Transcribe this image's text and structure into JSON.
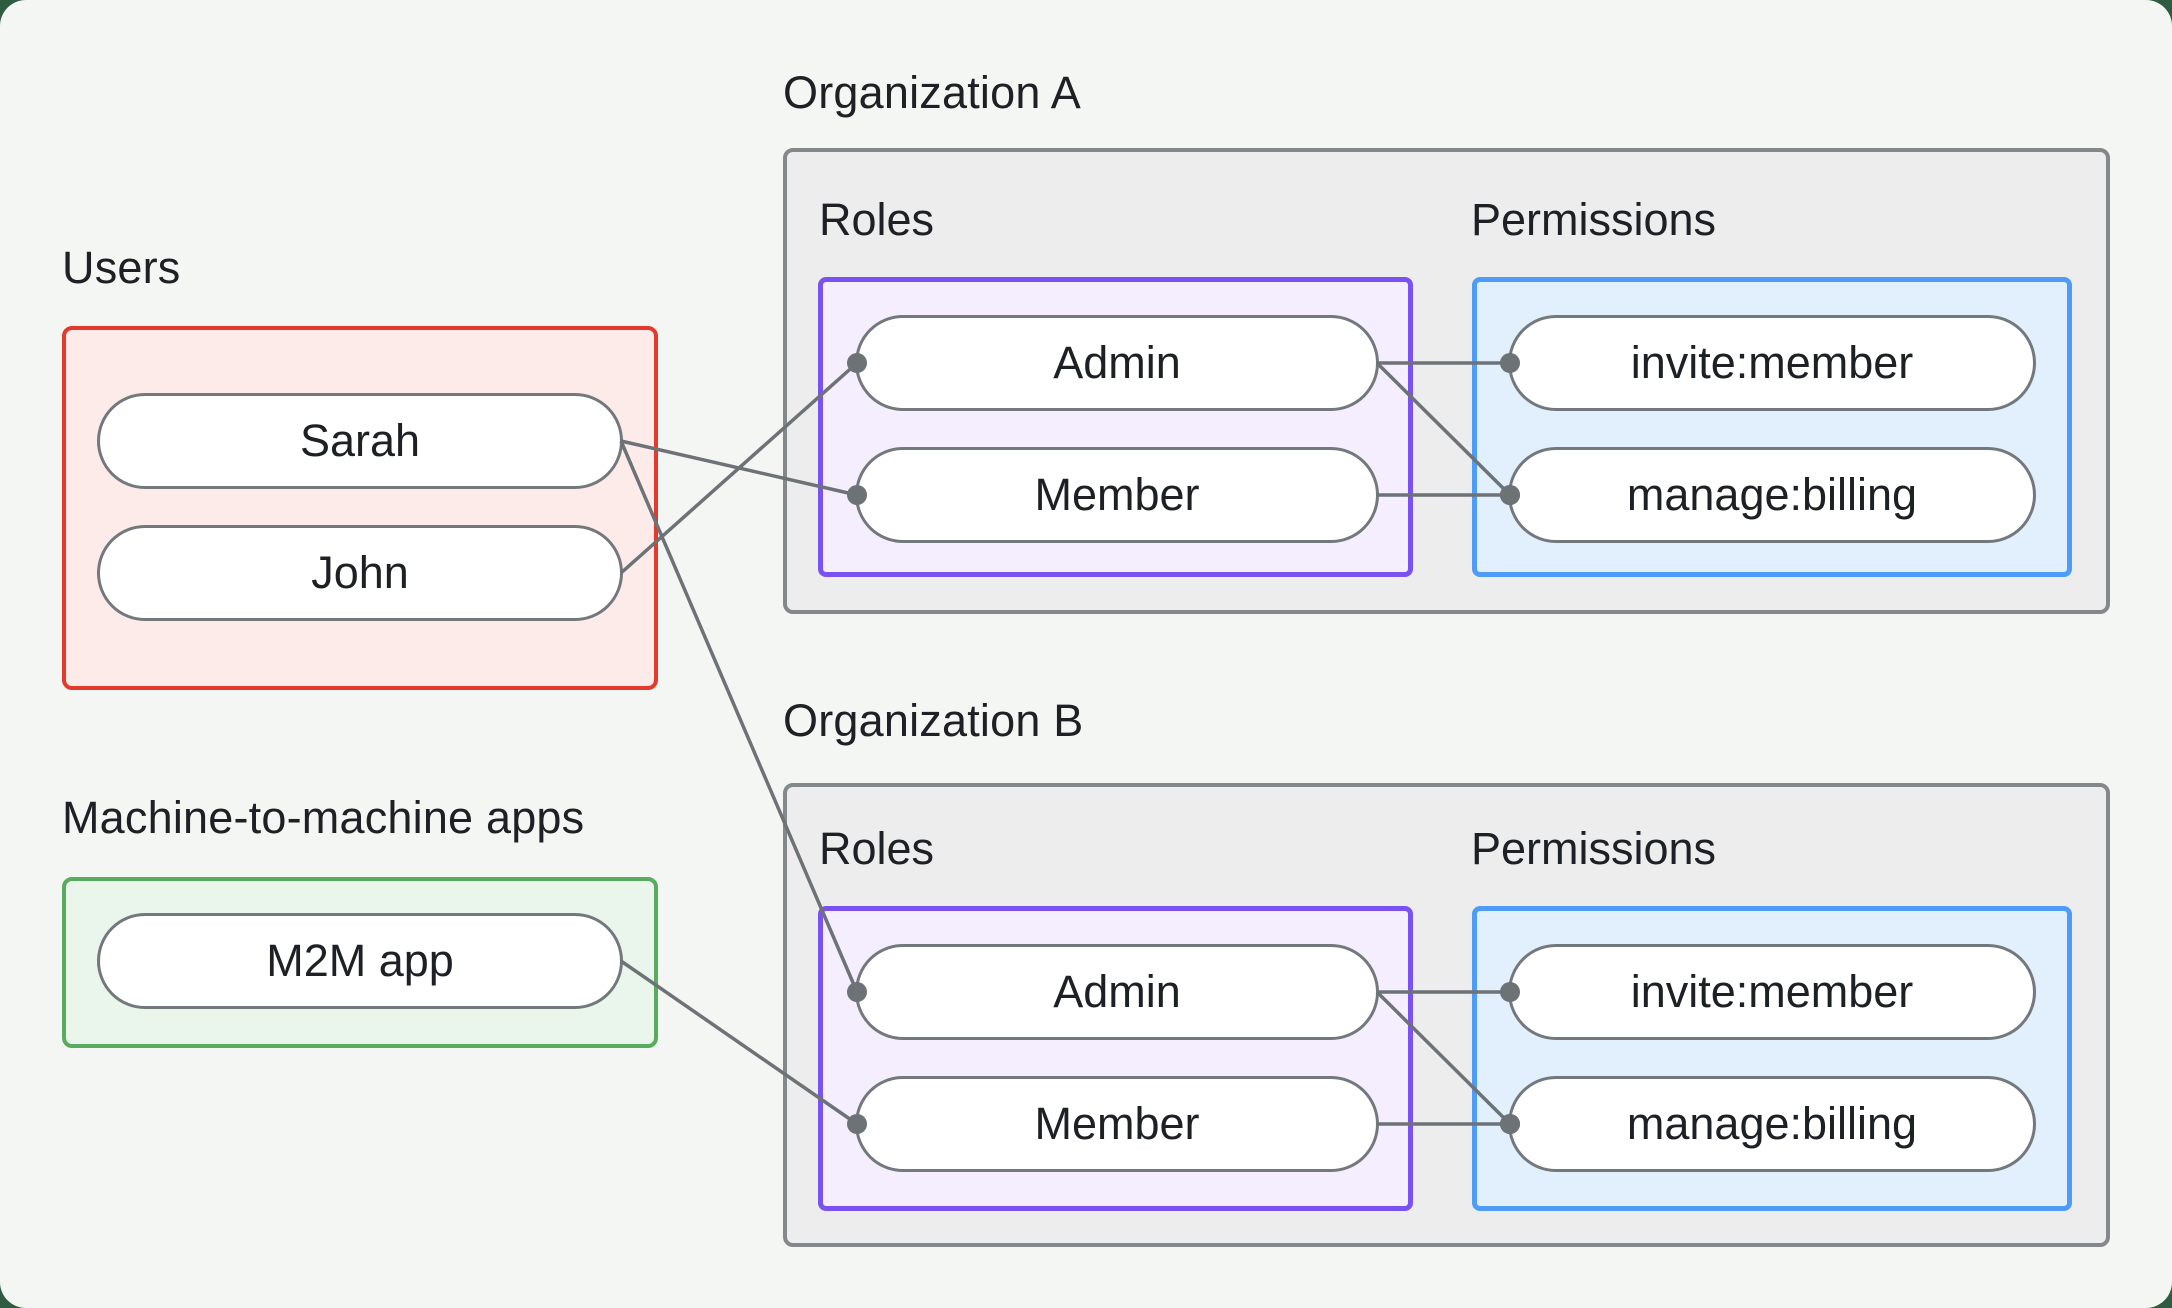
{
  "users_group": {
    "label": "Users",
    "items": [
      "Sarah",
      "John"
    ]
  },
  "m2m_group": {
    "label": "Machine-to-machine apps",
    "items": [
      "M2M app"
    ]
  },
  "orgs": [
    {
      "title": "Organization A",
      "roles_label": "Roles",
      "permissions_label": "Permissions",
      "roles": [
        "Admin",
        "Member"
      ],
      "permissions": [
        "invite:member",
        "manage:billing"
      ]
    },
    {
      "title": "Organization B",
      "roles_label": "Roles",
      "permissions_label": "Permissions",
      "roles": [
        "Admin",
        "Member"
      ],
      "permissions": [
        "invite:member",
        "manage:billing"
      ]
    }
  ],
  "edges": [
    {
      "from": "sarah",
      "to": "org-a-member"
    },
    {
      "from": "john",
      "to": "org-a-admin"
    },
    {
      "from": "sarah",
      "to": "org-b-admin"
    },
    {
      "from": "m2m",
      "to": "org-b-member"
    },
    {
      "from": "org-a-admin",
      "to": "org-a-invite"
    },
    {
      "from": "org-a-admin",
      "to": "org-a-manage"
    },
    {
      "from": "org-a-member",
      "to": "org-a-manage"
    },
    {
      "from": "org-b-admin",
      "to": "org-b-invite"
    },
    {
      "from": "org-b-admin",
      "to": "org-b-manage"
    },
    {
      "from": "org-b-member",
      "to": "org-b-manage"
    }
  ],
  "colors": {
    "outer_bg": "#2f5b41",
    "page_bg": "#f4f6f3",
    "panel_fill": "#ededee",
    "panel_border": "#85888b",
    "users_fill": "#fcebe9",
    "users_border": "#e4392d",
    "m2m_fill": "#eaf5eb",
    "m2m_border": "#57ac5e",
    "roles_fill": "#f4eefe",
    "roles_border": "#7b52f2",
    "perms_fill": "#e2effc",
    "perms_border": "#4f9cf8",
    "pill_fill": "#ffffff",
    "pill_border": "#73787c",
    "edge": "#6d7276",
    "text": "#1d2024"
  }
}
